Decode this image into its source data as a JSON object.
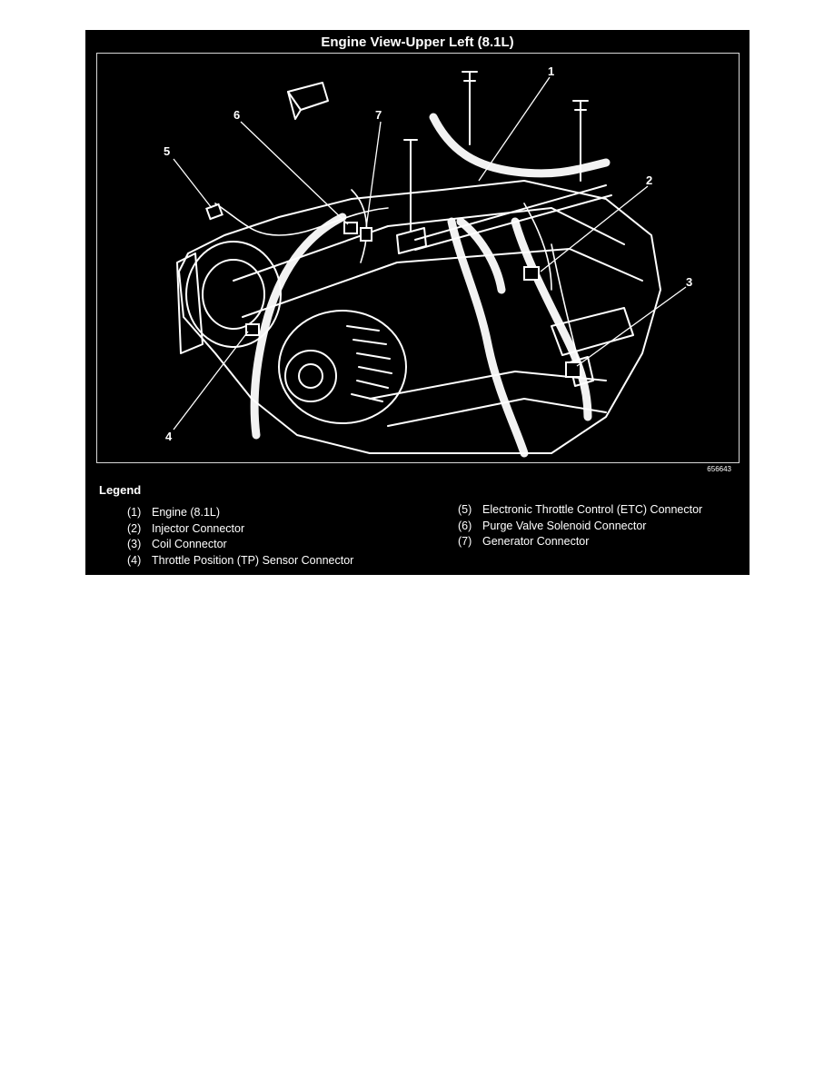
{
  "title": "Engine View-Upper Left (8.1L)",
  "figure_id": "656643",
  "legend_heading": "Legend",
  "callouts": [
    "1",
    "2",
    "3",
    "4",
    "5",
    "6",
    "7"
  ],
  "legend_left": [
    {
      "num": "(1)",
      "label": "Engine (8.1L)"
    },
    {
      "num": "(2)",
      "label": "Injector Connector"
    },
    {
      "num": "(3)",
      "label": "Coil Connector"
    },
    {
      "num": "(4)",
      "label": "Throttle Position (TP) Sensor Connector"
    }
  ],
  "legend_right": [
    {
      "num": "(5)",
      "label": "Electronic Throttle Control (ETC) Connector"
    },
    {
      "num": "(6)",
      "label": "Purge Valve Solenoid Connector"
    },
    {
      "num": "(7)",
      "label": "Generator Connector"
    }
  ],
  "colors": {
    "background": "#000000",
    "foreground": "#ffffff"
  }
}
